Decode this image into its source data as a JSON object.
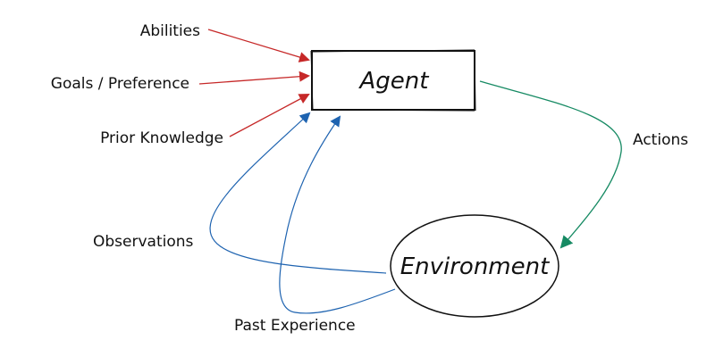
{
  "diagram": {
    "nodes": {
      "agent": {
        "label": "Agent",
        "shape": "rectangle"
      },
      "environment": {
        "label": "Environment",
        "shape": "ellipse"
      }
    },
    "inputs": [
      {
        "label": "Abilities",
        "target": "agent",
        "color": "#c62828"
      },
      {
        "label": "Goals / Preference",
        "target": "agent",
        "color": "#c62828"
      },
      {
        "label": "Prior Knowledge",
        "target": "agent",
        "color": "#c62828"
      }
    ],
    "edges": [
      {
        "label": "Actions",
        "from": "agent",
        "to": "environment",
        "color": "#168a63"
      },
      {
        "label": "Observations",
        "from": "environment",
        "to": "agent",
        "color": "#1e63b0"
      },
      {
        "label": "Past Experience",
        "from": "environment",
        "to": "agent",
        "color": "#1e63b0"
      }
    ]
  }
}
